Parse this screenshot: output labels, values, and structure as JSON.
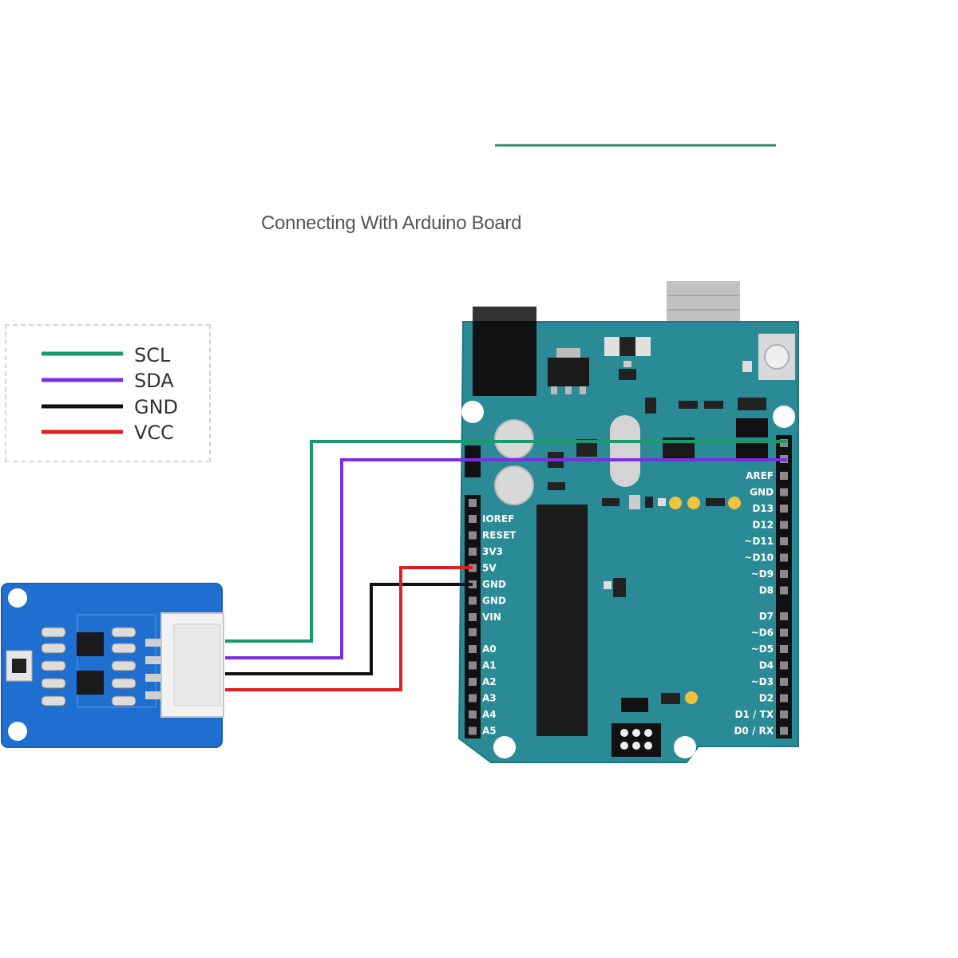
{
  "title": "Connecting With Arduino Board",
  "legend": [
    {
      "label": "SCL",
      "color": "#1a9a6c"
    },
    {
      "label": "SDA",
      "color": "#7a2fe0"
    },
    {
      "label": "GND",
      "color": "#111111"
    },
    {
      "label": "VCC",
      "color": "#e02020"
    }
  ],
  "arduino": {
    "board_color": "#2a8a96",
    "left_header": [
      "IOREF",
      "RESET",
      "3V3",
      "5V",
      "GND",
      "GND",
      "VIN"
    ],
    "analog_header": [
      "A0",
      "A1",
      "A2",
      "A3",
      "A4",
      "A5"
    ],
    "right_header_top": [
      "AREF",
      "GND",
      "D13",
      "D12",
      "~D11",
      "~D10",
      "~D9",
      "D8"
    ],
    "right_header_bottom": [
      "D7",
      "~D6",
      "~D5",
      "D4",
      "~D3",
      "D2",
      "D1 / TX",
      "D0 / RX"
    ]
  },
  "sensor_board": {
    "board_color": "#1e6fd0"
  }
}
